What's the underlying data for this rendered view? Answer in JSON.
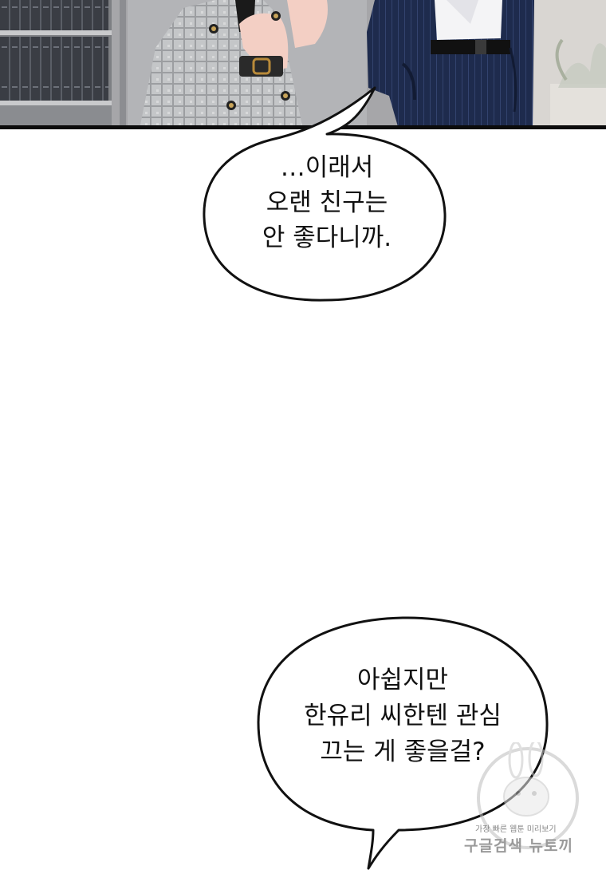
{
  "bubbles": {
    "first": {
      "lines": [
        "…이래서",
        "오랜 친구는",
        "안 좋다니까."
      ]
    },
    "second": {
      "lines": [
        "아쉽지만",
        "한유리 씨한텐 관심",
        "끄는 게 좋을걸?"
      ]
    }
  },
  "watermark": {
    "small_text": "가장 빠른 웹툰 미리보기",
    "big_text": "구글검색 뉴토끼"
  },
  "colors": {
    "panel_border": "#0c0c0c",
    "suit_navy": "#1f2d4f",
    "plaid_gray": "#b9bbbd",
    "skin": "#f3cfc4"
  }
}
